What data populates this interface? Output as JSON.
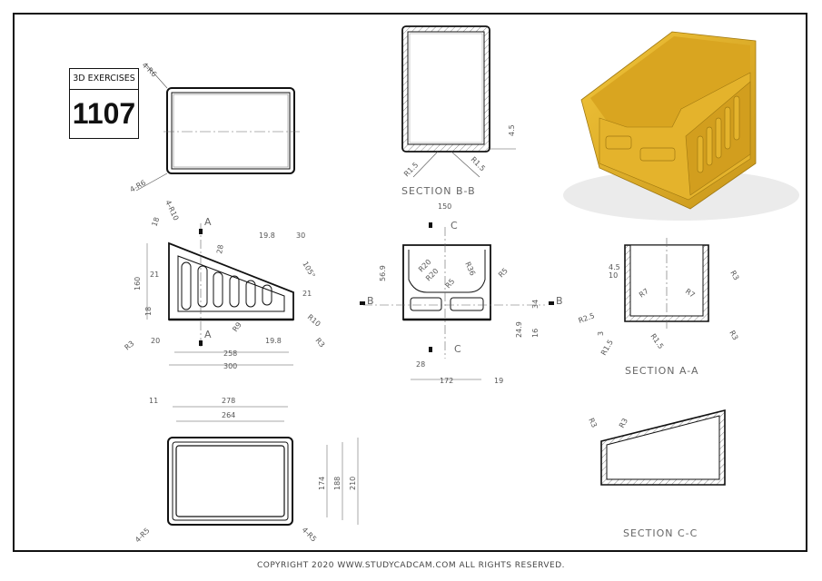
{
  "badge": {
    "header": "3D EXERCISES",
    "number": "1107"
  },
  "copyright": "COPYRIGHT  2020 WWW.STUDYCADCAM.COM ALL RIGHTS RESERVED.",
  "sections": {
    "bb": "SECTION B-B",
    "aa": "SECTION A-A",
    "cc": "SECTION C-C"
  },
  "colors": {
    "model": "#E8B62A",
    "model_dark": "#B88A12",
    "line": "#111111",
    "dim": "#666666"
  },
  "top_view": {
    "r_top": "4-R6",
    "r_bottom": "4-R6"
  },
  "section_bb": {
    "dims": [
      "4.5",
      "R1.5",
      "R1.5"
    ]
  },
  "side_view": {
    "dims": [
      "4-R10",
      "18",
      "160",
      "21",
      "18",
      "R3",
      "20",
      "28",
      "19.8",
      "30",
      "105°",
      "21",
      "R9",
      "R10",
      "R3",
      "19.8",
      "258",
      "300"
    ],
    "cut_labels": [
      "A",
      "A"
    ]
  },
  "front_view": {
    "dims": [
      "150",
      "R20",
      "R20",
      "R5",
      "R36",
      "R5",
      "56.9",
      "34",
      "24.9",
      "16",
      "28",
      "172",
      "19"
    ],
    "cut_labels": [
      "C",
      "C",
      "B",
      "B"
    ]
  },
  "section_aa": {
    "dims": [
      "4.5",
      "10",
      "R7",
      "R7",
      "R3",
      "R2.5",
      "3",
      "R1.5",
      "R1.5",
      "R3"
    ]
  },
  "bottom_view": {
    "dims": [
      "11",
      "278",
      "264",
      "174",
      "188",
      "210",
      "4-R5",
      "4-R5"
    ]
  },
  "section_cc": {
    "dims": [
      "R3",
      "R3"
    ]
  }
}
